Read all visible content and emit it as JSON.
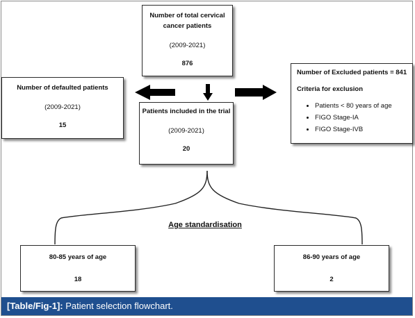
{
  "total": {
    "title": "Number of total cervical cancer patients",
    "period": "(2009-2021)",
    "count": "876"
  },
  "defaulted": {
    "title": "Number of defaulted patients",
    "period": "(2009-2021)",
    "count": "15"
  },
  "included": {
    "title": "Patients included in the trial",
    "period": "(2009-2021)",
    "count": "20"
  },
  "excluded": {
    "title": "Number of Excluded patients = 841",
    "criteria_title": "Criteria for exclusion",
    "criteria": [
      "Patients < 80 years of age",
      "FIGO Stage-IA",
      "FIGO Stage-IVB"
    ]
  },
  "age_standardisation": "Age standardisation",
  "groups": [
    {
      "label": "80-85 years of age",
      "count": "18"
    },
    {
      "label": "86-90 years of age",
      "count": "2"
    }
  ],
  "caption": {
    "label": "[Table/Fig-1]:",
    "text": " Patient selection flowchart."
  }
}
